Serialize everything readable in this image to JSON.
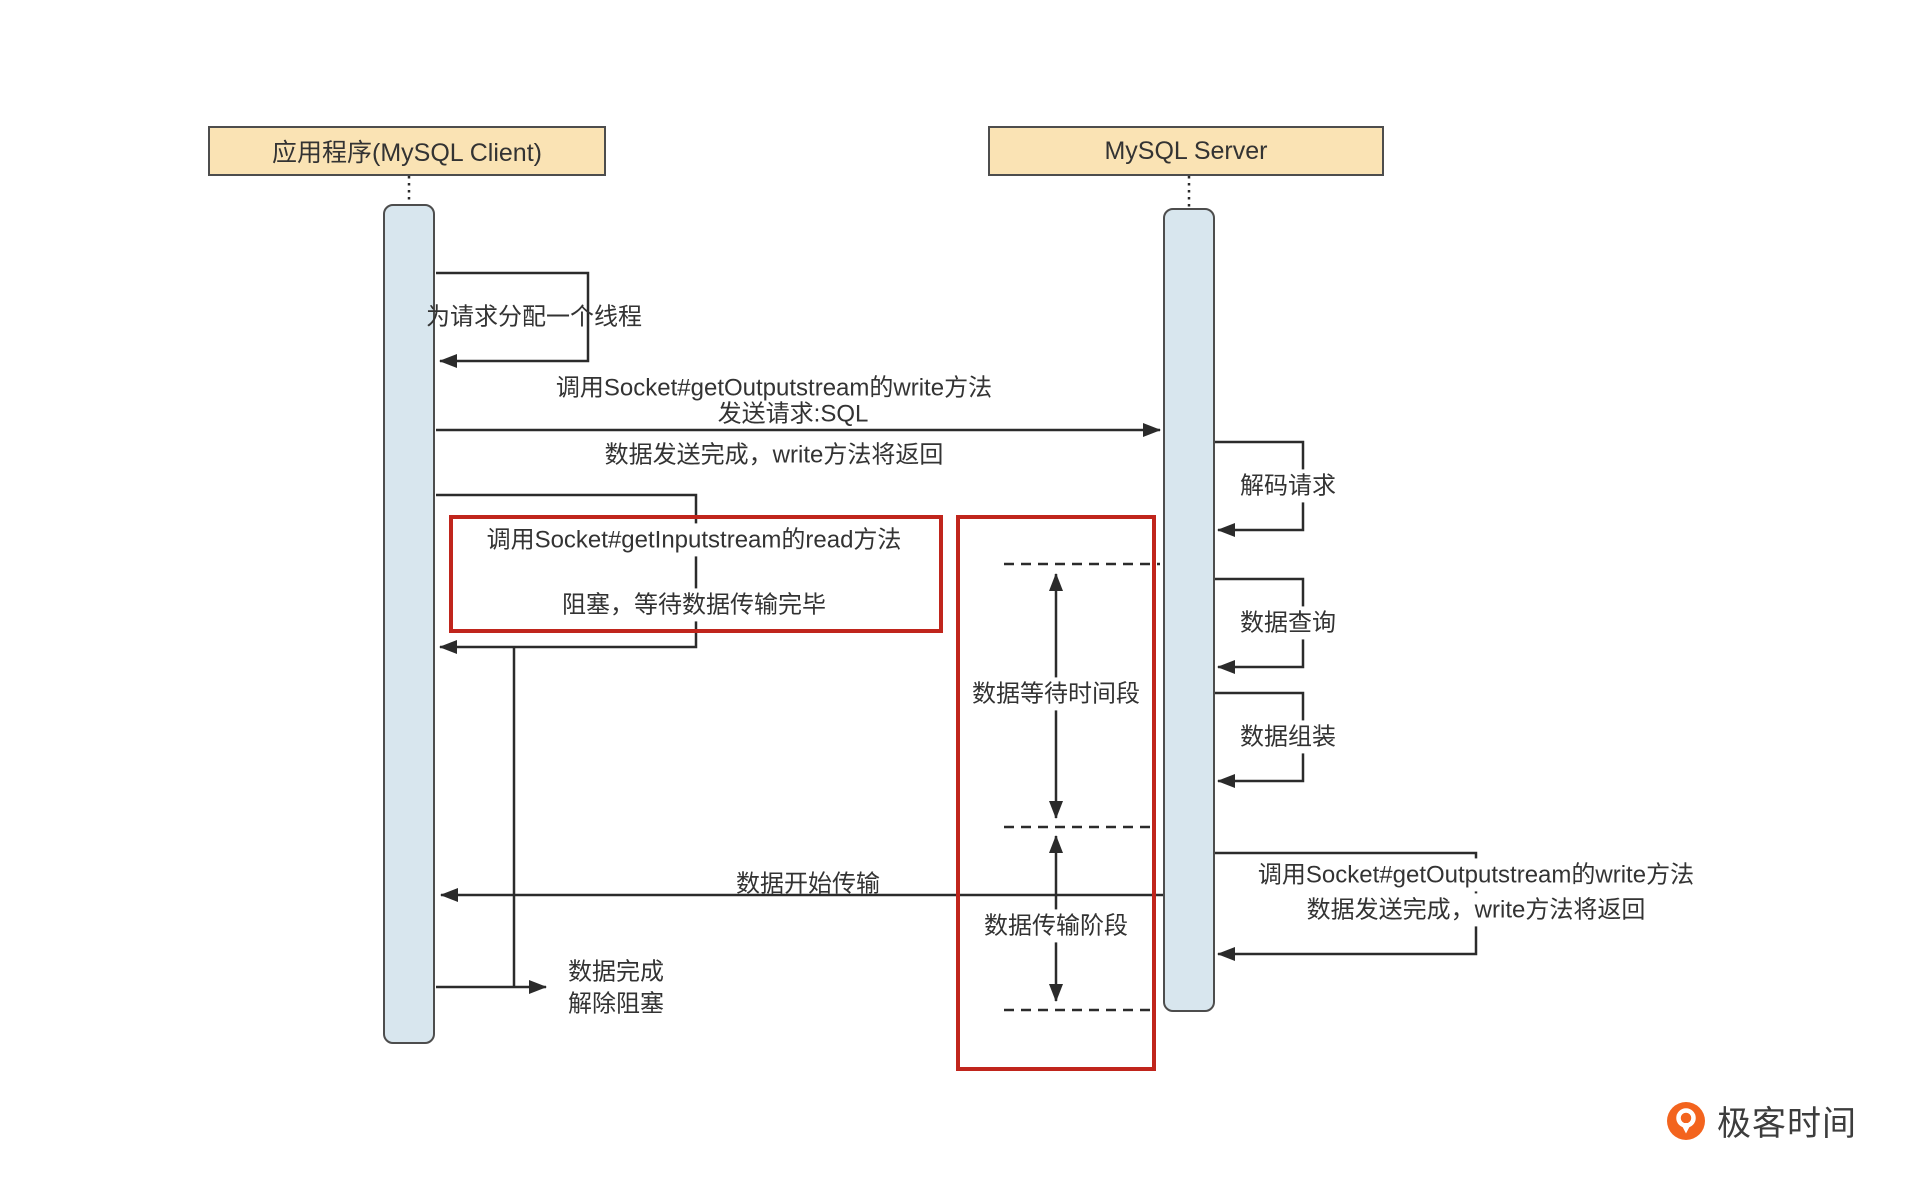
{
  "diagram": {
    "actors": {
      "client": {
        "label": "应用程序(MySQL Client)"
      },
      "server": {
        "label": "MySQL Server"
      }
    },
    "labels": {
      "allocate_thread": "为请求分配一个线程",
      "client_write_call": "调用Socket#getOutputstream的write方法",
      "send_request": "发送请求:SQL",
      "client_write_return": "数据发送完成，write方法将返回",
      "read_call": "调用Socket#getInputstream的read方法",
      "block_wait": "阻塞，等待数据传输完毕",
      "decode_request": "解码请求",
      "data_query": "数据查询",
      "data_assemble": "数据组装",
      "wait_period": "数据等待时间段",
      "transfer_phase": "数据传输阶段",
      "data_start": "数据开始传输",
      "server_write_call": "调用Socket#getOutputstream的write方法",
      "server_write_return": "数据发送完成，write方法将返回",
      "data_done_line1": "数据完成",
      "data_done_line2": "解除阻塞"
    },
    "branding": {
      "logo_text": "极客时间"
    },
    "colors": {
      "actor_fill": "#FAE3B4",
      "lifeline_fill": "#D8E6EE",
      "highlight_red": "#C0251C",
      "line": "#2B2B2B",
      "logo_orange": "#F3641E"
    }
  }
}
